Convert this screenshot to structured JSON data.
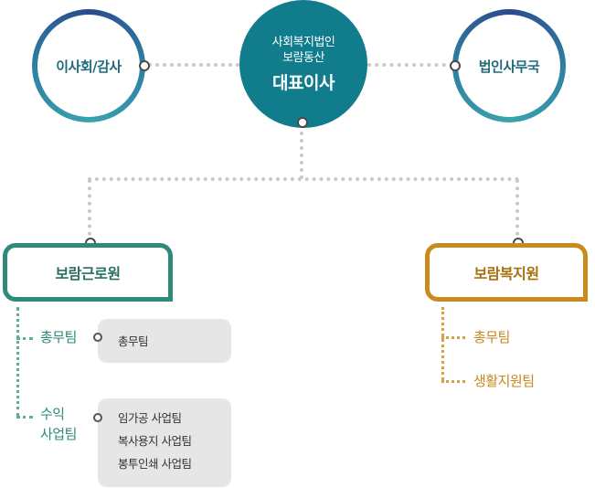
{
  "diagram": {
    "left_circle": "이사회/감사",
    "right_circle": "법인사무국",
    "center": {
      "line1": "사회복지법인",
      "line2": "보람동산",
      "title": "대표이사"
    },
    "dept_left": {
      "name": "보람근로원",
      "groups": [
        {
          "label": "총무팀",
          "teams": [
            "총무팀"
          ]
        },
        {
          "label_line1": "수익",
          "label_line2": "사업팀",
          "teams": [
            "임가공 사업팀",
            "복사용지 사업팀",
            "봉투인쇄 사업팀"
          ]
        }
      ]
    },
    "dept_right": {
      "name": "보람복지원",
      "teams": [
        "총무팀",
        "생활지원팀"
      ]
    }
  }
}
